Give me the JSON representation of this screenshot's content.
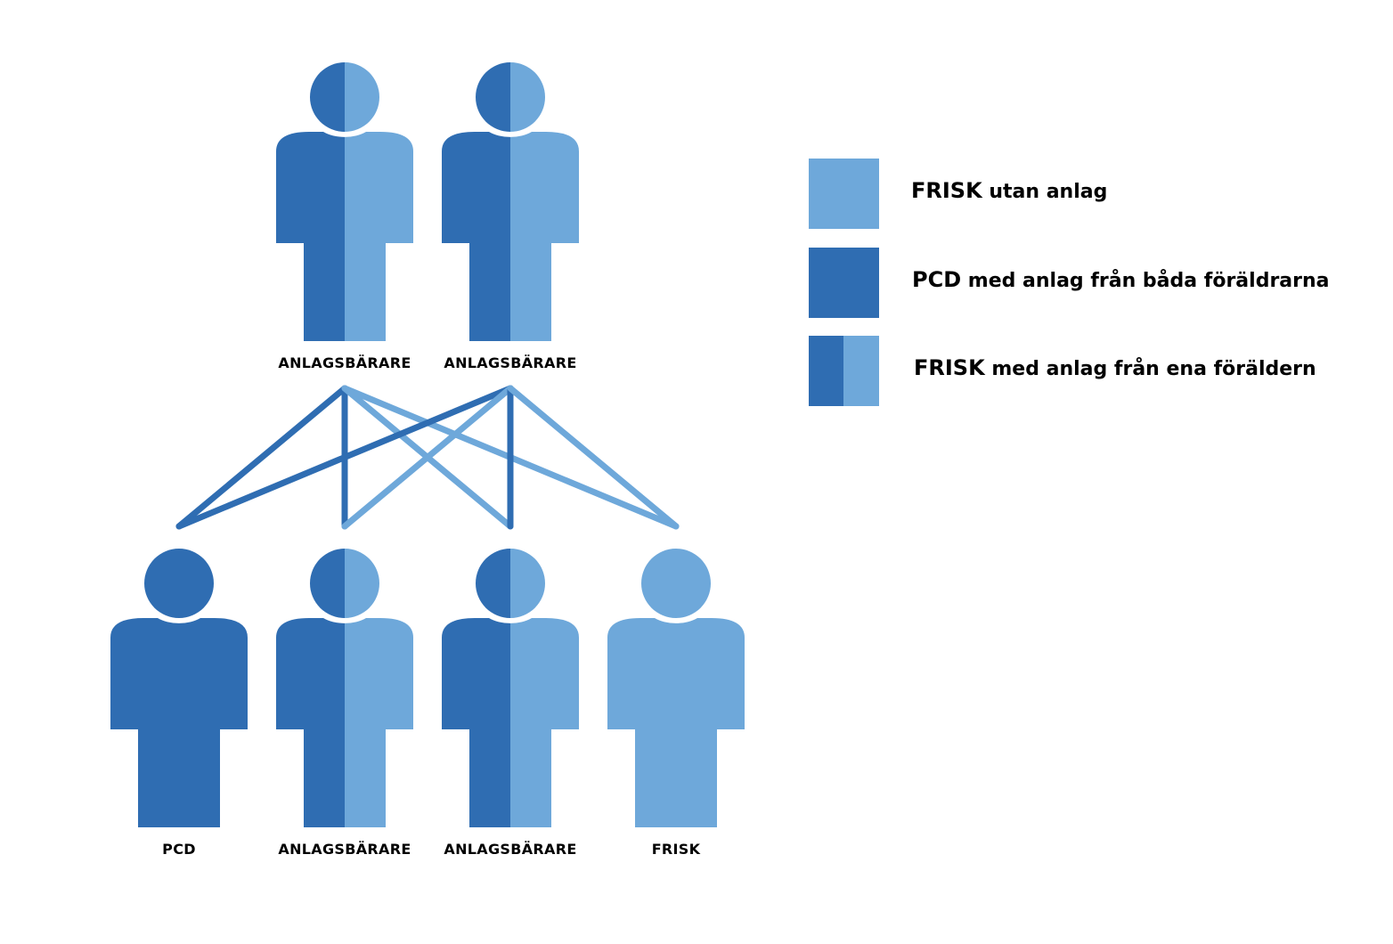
{
  "colors": {
    "dark": "#2f6db2",
    "light": "#6ea8da"
  },
  "parents": [
    {
      "label": "ANLAGSBÄRARE",
      "left": "dark",
      "right": "light"
    },
    {
      "label": "ANLAGSBÄRARE",
      "left": "dark",
      "right": "light"
    }
  ],
  "children": [
    {
      "label": "PCD",
      "left": "dark",
      "right": "dark"
    },
    {
      "label": "ANLAGSBÄRARE",
      "left": "dark",
      "right": "light"
    },
    {
      "label": "ANLAGSBÄRARE",
      "left": "dark",
      "right": "light"
    },
    {
      "label": "FRISK",
      "left": "light",
      "right": "light"
    }
  ],
  "links": [
    {
      "parent": 0,
      "child": 0,
      "tone": "dark"
    },
    {
      "parent": 0,
      "child": 1,
      "tone": "dark"
    },
    {
      "parent": 0,
      "child": 2,
      "tone": "light"
    },
    {
      "parent": 0,
      "child": 3,
      "tone": "light"
    },
    {
      "parent": 1,
      "child": 0,
      "tone": "dark"
    },
    {
      "parent": 1,
      "child": 1,
      "tone": "light"
    },
    {
      "parent": 1,
      "child": 2,
      "tone": "dark"
    },
    {
      "parent": 1,
      "child": 3,
      "tone": "light"
    }
  ],
  "legend": [
    {
      "key": "FRISK",
      "text": " utan anlag",
      "left": "light",
      "right": "light"
    },
    {
      "key": "PCD",
      "text": " med anlag från båda föräldrarna",
      "left": "dark",
      "right": "dark"
    },
    {
      "key": "FRISK",
      "text": " med anlag från ena föräldern",
      "left": "dark",
      "right": "light"
    }
  ]
}
